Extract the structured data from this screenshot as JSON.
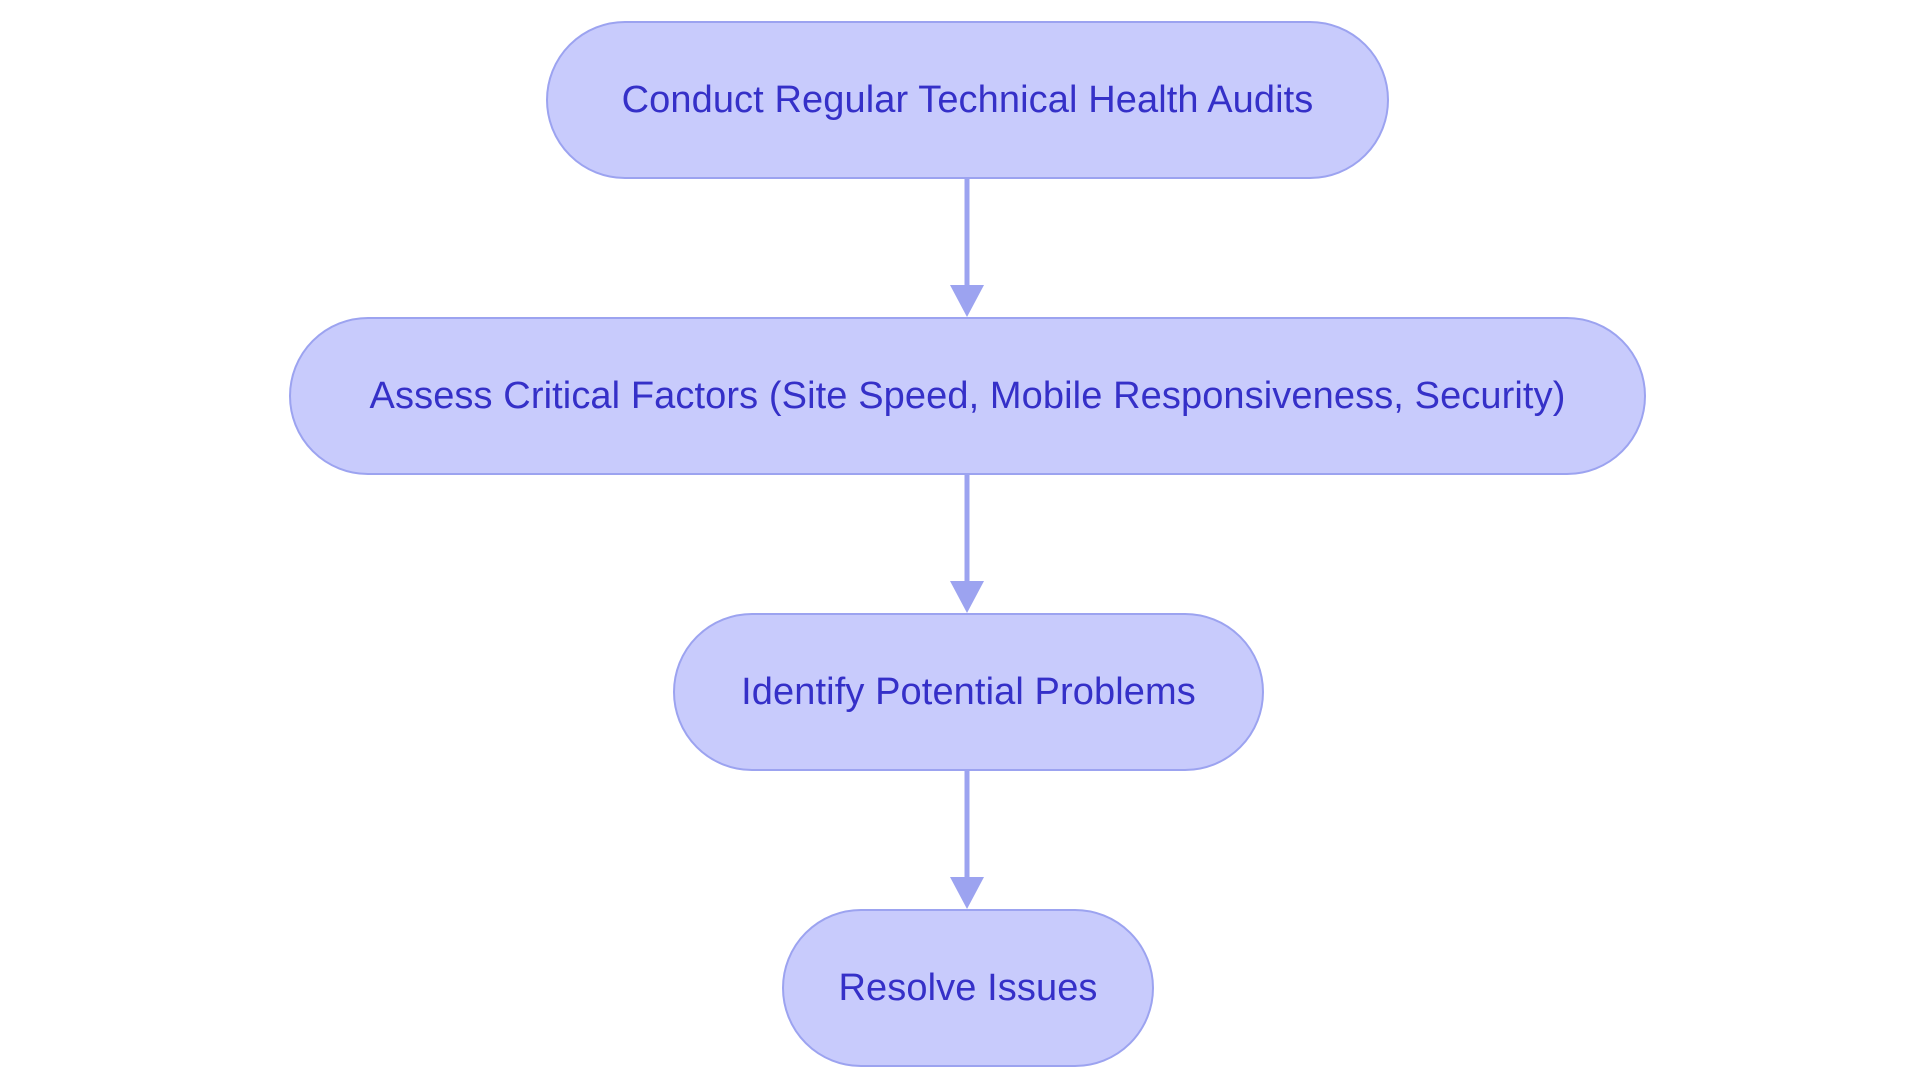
{
  "diagram": {
    "type": "flowchart",
    "direction": "top-to-bottom",
    "colors": {
      "node_fill": "#c8cbfc",
      "node_border": "#9ca3f0",
      "text": "#3530c8",
      "connector": "#9ca3f0"
    },
    "nodes": [
      {
        "id": "n1",
        "label": "Conduct Regular Technical Health Audits"
      },
      {
        "id": "n2",
        "label": "Assess Critical Factors (Site Speed, Mobile Responsiveness, Security)"
      },
      {
        "id": "n3",
        "label": "Identify Potential Problems"
      },
      {
        "id": "n4",
        "label": "Resolve Issues"
      }
    ],
    "edges": [
      {
        "from": "n1",
        "to": "n2"
      },
      {
        "from": "n2",
        "to": "n3"
      },
      {
        "from": "n3",
        "to": "n4"
      }
    ]
  }
}
